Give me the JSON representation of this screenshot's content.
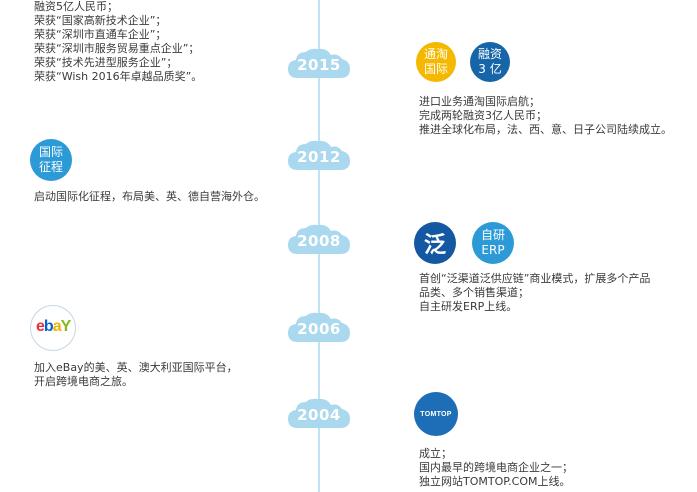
{
  "top_block": {
    "lines": [
      "融资5亿人民币；",
      "荣获“国家高新技术企业”；",
      "荣获“深圳市直通车企业”；",
      "荣获“深圳市服务贸易重点企业”；",
      "荣获“技术先进型服务企业”；",
      "荣获“Wish 2016年卓越品质奖”。"
    ]
  },
  "years": [
    "2015",
    "2012",
    "2008",
    "2006",
    "2004"
  ],
  "y2015": {
    "badge1": [
      "通淘",
      "国际"
    ],
    "badge2": [
      "融资",
      "3 亿"
    ],
    "lines": [
      "进口业务通淘国际启航；",
      "完成两轮融资3亿人民币；",
      "推进全球化布局，法、西、意、日子公司陆续成立。"
    ]
  },
  "y2012": {
    "badge": [
      "国际",
      "征程"
    ],
    "lines": [
      "启动国际化征程，布局美、英、德自营海外仓。"
    ]
  },
  "y2008": {
    "badge1": "泛",
    "badge2": [
      "自研",
      "ERP"
    ],
    "lines": [
      "首创“泛渠道泛供应链”商业模式，扩展多个产品",
      "品类、多个销售渠道；",
      "自主研发ERP上线。"
    ]
  },
  "y2006": {
    "logo": "ebay",
    "lines": [
      "加入eBay的美、英、澳大利亚国际平台，",
      "开启跨境电商之旅。"
    ]
  },
  "y2004": {
    "logo": "TOMTOP",
    "lines": [
      "成立；",
      "国内最早的跨境电商企业之一；",
      "独立网站TOMTOP.COM上线。"
    ]
  },
  "colors": {
    "line": "#bfe3f3",
    "cloud": "#a9d8ef",
    "yellow": "#f5b800",
    "navy": "#1565a8",
    "blue": "#2b9ad6"
  }
}
